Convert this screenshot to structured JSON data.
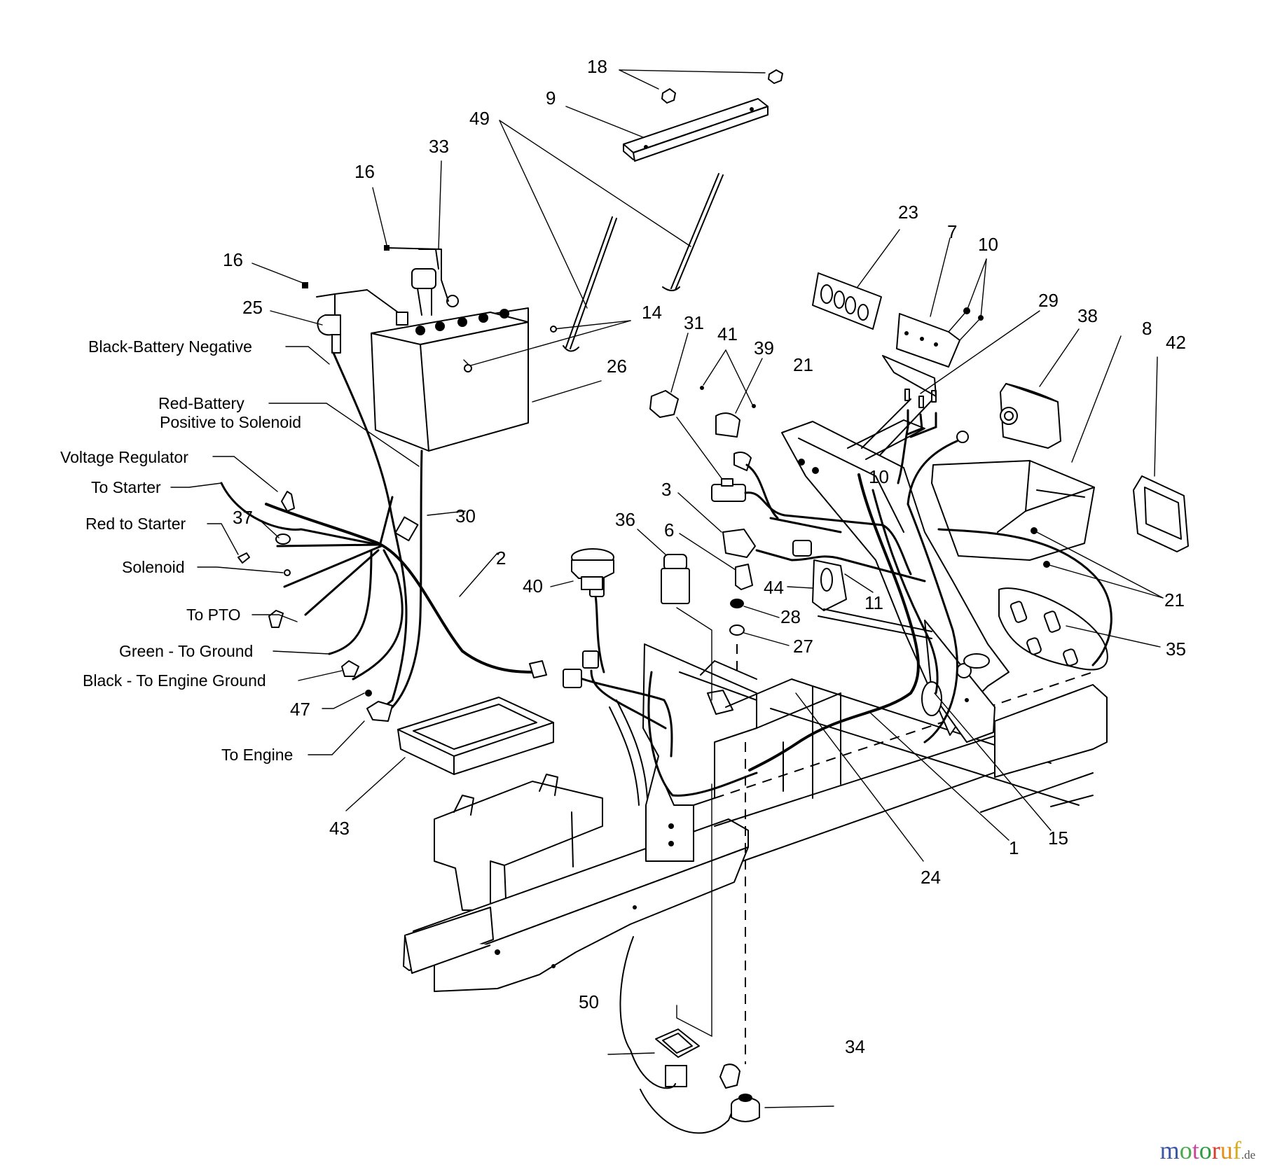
{
  "diagram": {
    "title": "Wiring harness / electrical parts exploded view",
    "callouts": {
      "c18": "18",
      "c9": "9",
      "c49": "49",
      "c33": "33",
      "c16a": "16",
      "c16b": "16",
      "c25": "25",
      "c14": "14",
      "c26": "26",
      "c23": "23",
      "c7": "7",
      "c10a": "10",
      "c29": "29",
      "c38": "38",
      "c8": "8",
      "c42": "42",
      "c31": "31",
      "c41": "41",
      "c39": "39",
      "c21a": "21",
      "c10b": "10",
      "c3": "3",
      "c36": "36",
      "c6": "6",
      "c40": "40",
      "c44": "44",
      "c11": "11",
      "c28": "28",
      "c27": "27",
      "c30": "30",
      "c2": "2",
      "c37": "37",
      "c47": "47",
      "c43": "43",
      "c21b": "21",
      "c35": "35",
      "c15": "15",
      "c1": "1",
      "c24": "24",
      "c50": "50",
      "c34": "34"
    },
    "wire_labels": {
      "black_battery_negative": "Black-Battery Negative",
      "red_battery_line1": "Red-Battery",
      "red_battery_line2": "Positive to Solenoid",
      "voltage_regulator": "Voltage Regulator",
      "to_starter": "To Starter",
      "red_to_starter": "Red to Starter",
      "solenoid": "Solenoid",
      "to_pto": "To PTO",
      "green_to_ground": "Green - To Ground",
      "black_to_engine_ground": "Black - To Engine Ground",
      "to_engine": "To Engine"
    }
  },
  "watermark": {
    "letters": [
      {
        "ch": "m",
        "color": "#3a56a5"
      },
      {
        "ch": "o",
        "color": "#4aa84a"
      },
      {
        "ch": "t",
        "color": "#c9489b"
      },
      {
        "ch": "o",
        "color": "#2f9b3f"
      },
      {
        "ch": "r",
        "color": "#d93b2b"
      },
      {
        "ch": "u",
        "color": "#e88f1b"
      },
      {
        "ch": "f",
        "color": "#d6ad1f"
      }
    ],
    "suffix": ".de"
  }
}
